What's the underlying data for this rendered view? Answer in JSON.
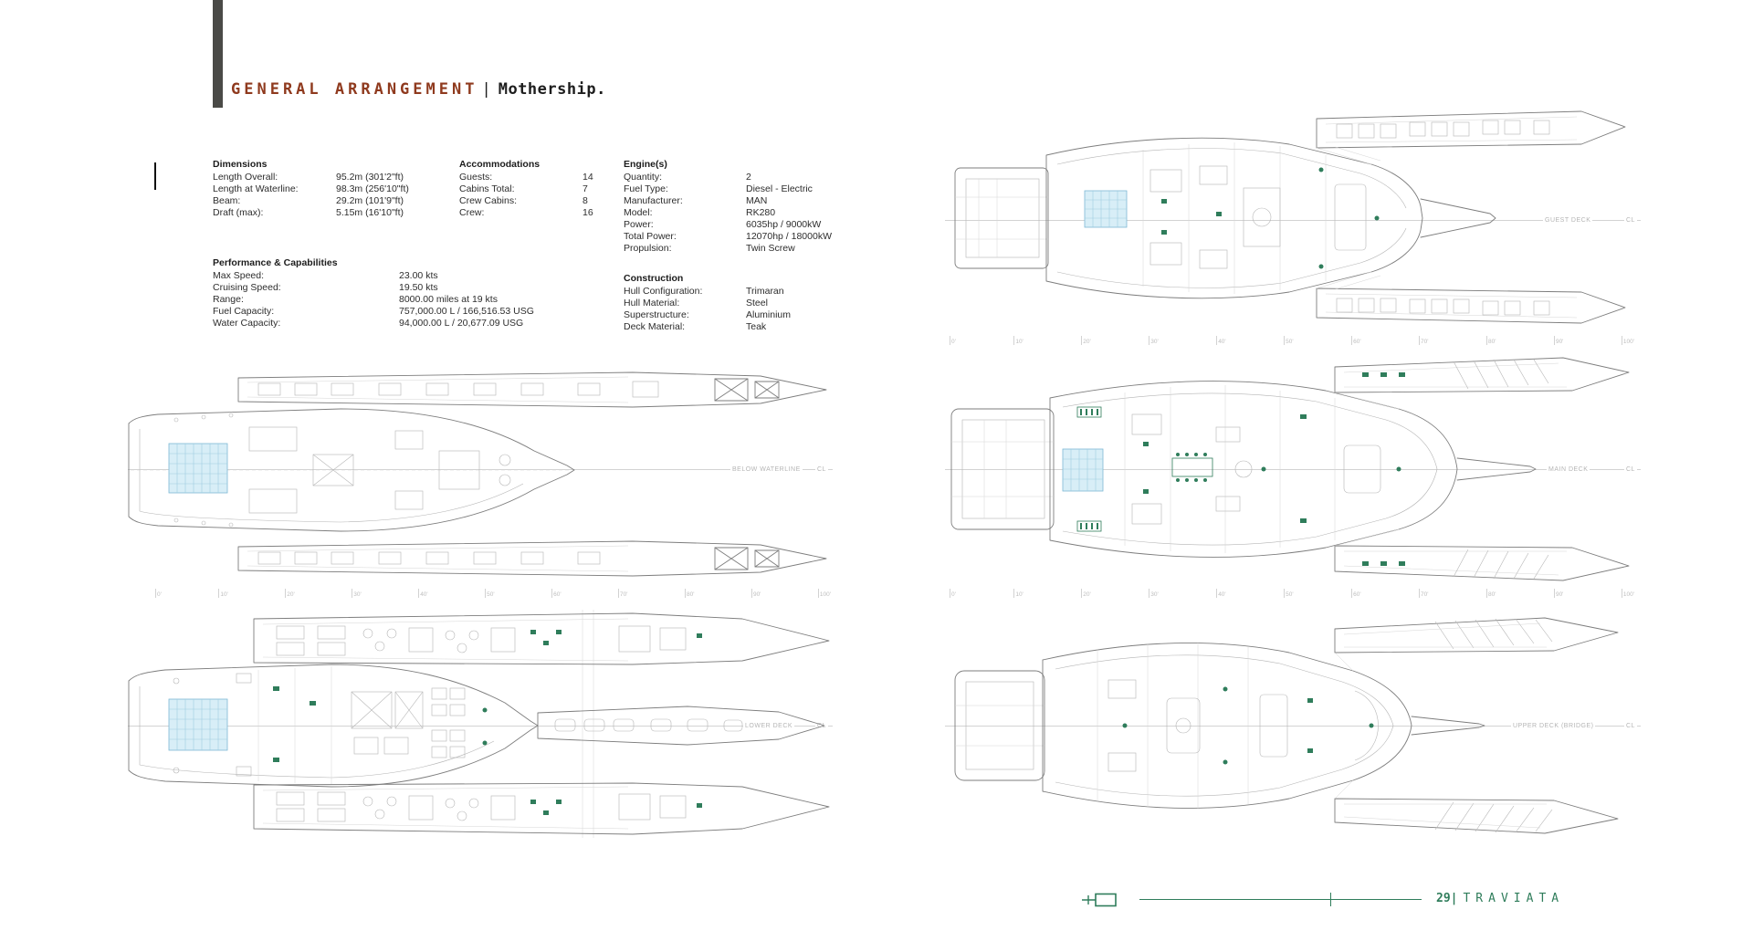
{
  "title": {
    "main": "GENERAL ARRANGEMENT",
    "separator": "|",
    "sub": "Mothership."
  },
  "specs": {
    "dimensions": {
      "heading": "Dimensions",
      "rows": [
        {
          "label": "Length Overall:",
          "value": "95.2m  (301'2\"ft)"
        },
        {
          "label": "Length at Waterline:",
          "value": "98.3m (256'10\"ft)"
        },
        {
          "label": "Beam:",
          "value": "29.2m  (101'9\"ft)"
        },
        {
          "label": "Draft (max):",
          "value": "5.15m  (16'10\"ft)"
        }
      ]
    },
    "performance": {
      "heading": "Performance & Capabilities",
      "rows": [
        {
          "label": "Max Speed:",
          "value": "23.00 kts"
        },
        {
          "label": "Cruising Speed:",
          "value": "19.50 kts"
        },
        {
          "label": "Range:",
          "value": "8000.00 miles at 19 kts"
        },
        {
          "label": "Fuel Capacity:",
          "value": "757,000.00 L / 166,516.53 USG"
        },
        {
          "label": "Water Capacity:",
          "value": "94,000.00 L / 20,677.09 USG"
        }
      ]
    },
    "accommodations": {
      "heading": "Accommodations",
      "rows": [
        {
          "label": "Guests:",
          "value": "14"
        },
        {
          "label": "Cabins Total:",
          "value": "7"
        },
        {
          "label": "Crew Cabins:",
          "value": "8"
        },
        {
          "label": "Crew:",
          "value": "16"
        }
      ]
    },
    "engines": {
      "heading": "Engine(s)",
      "rows": [
        {
          "label": "Quantity:",
          "value": "2"
        },
        {
          "label": "Fuel Type:",
          "value": "Diesel - Electric"
        },
        {
          "label": "Manufacturer:",
          "value": "MAN"
        },
        {
          "label": "Model:",
          "value": "RK280"
        },
        {
          "label": "Power:",
          "value": "6035hp / 9000kW"
        },
        {
          "label": "Total Power:",
          "value": "12070hp / 18000kW"
        },
        {
          "label": "Propulsion:",
          "value": "Twin Screw"
        }
      ]
    },
    "construction": {
      "heading": "Construction",
      "rows": [
        {
          "label": "Hull Configuration:",
          "value": "Trimaran"
        },
        {
          "label": "Hull Material:",
          "value": "Steel"
        },
        {
          "label": "Superstructure:",
          "value": "Aluminium"
        },
        {
          "label": "Deck Material:",
          "value": "Teak"
        }
      ]
    }
  },
  "drawings": {
    "below_waterline": {
      "label": "BELOW WATERLINE",
      "cl": "CL"
    },
    "lower_deck": {
      "label": "LOWER DECK",
      "cl": "CL"
    },
    "guest_deck": {
      "label": "GUEST DECK",
      "cl": "CL"
    },
    "main_deck": {
      "label": "MAIN DECK",
      "cl": "CL"
    },
    "upper_deck": {
      "label": "UPPER DECK (BRIDGE)",
      "cl": "CL"
    }
  },
  "rulers": {
    "ticks": [
      "0'",
      "10'",
      "20'",
      "30'",
      "40'",
      "50'",
      "60'",
      "70'",
      "80'",
      "90'",
      "100'"
    ]
  },
  "footer": {
    "page": "29",
    "separator": "|",
    "brand": "TRAVIATA"
  },
  "colors": {
    "title_accent": "#8f3a1e",
    "brand_green": "#2f7d5b",
    "pool_blue": "#d8eef7",
    "drawing_stroke": "#7d7d7d",
    "faint_label": "#b5b5b5"
  }
}
